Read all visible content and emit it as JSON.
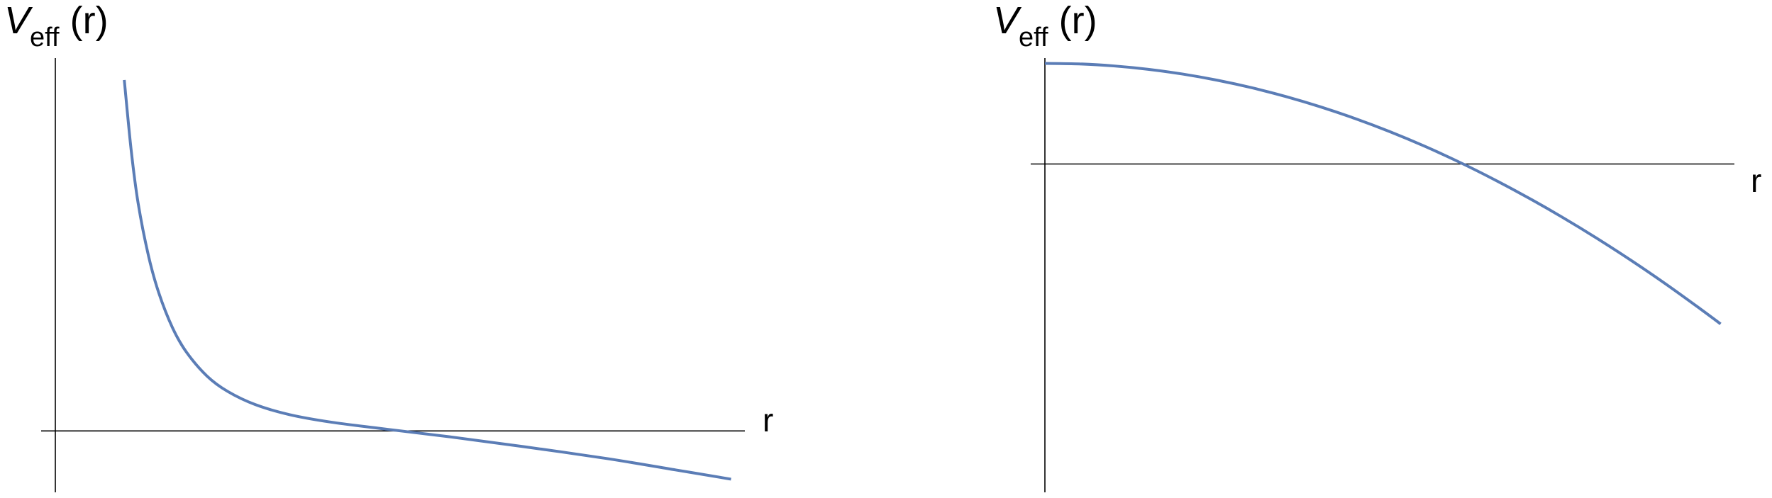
{
  "chart_data": [
    {
      "type": "line",
      "ylabel": {
        "symbol": "V",
        "subscript": "eff",
        "arg": "(r)"
      },
      "xlabel": "r",
      "grid": false,
      "ticks": false,
      "xlim": [
        0,
        10
      ],
      "ylim": [
        -1.4,
        8.5
      ],
      "color": "#5B7DB6",
      "series": [
        {
          "x": [
            1.0,
            1.1,
            1.2,
            1.35,
            1.5,
            1.7,
            1.9,
            2.2,
            2.5,
            2.9,
            3.4,
            4.0,
            4.8,
            5.7,
            6.8,
            8.0,
            9.0,
            9.8
          ],
          "y": [
            8.0,
            6.4,
            5.2,
            4.0,
            3.15,
            2.35,
            1.8,
            1.25,
            0.9,
            0.6,
            0.37,
            0.2,
            0.04,
            -0.13,
            -0.36,
            -0.63,
            -0.89,
            -1.1
          ]
        }
      ]
    },
    {
      "type": "line",
      "ylabel": {
        "symbol": "V",
        "subscript": "eff",
        "arg": "(r)"
      },
      "xlabel": "r",
      "grid": false,
      "ticks": false,
      "xlim": [
        0,
        10
      ],
      "ylim": [
        -3.1,
        1.0
      ],
      "color": "#5B7DB6",
      "series": [
        {
          "x": [
            0,
            0.5,
            1,
            1.5,
            2,
            2.5,
            3,
            3.5,
            4,
            4.5,
            5,
            5.5,
            6,
            6.5,
            7,
            7.5,
            8,
            8.5,
            9,
            9.5,
            9.8
          ],
          "y": [
            0.95,
            0.945,
            0.926,
            0.894,
            0.849,
            0.791,
            0.72,
            0.636,
            0.539,
            0.429,
            0.306,
            0.17,
            0.021,
            -0.141,
            -0.315,
            -0.501,
            -0.699,
            -0.909,
            -1.131,
            -1.365,
            -1.51
          ]
        }
      ]
    }
  ]
}
